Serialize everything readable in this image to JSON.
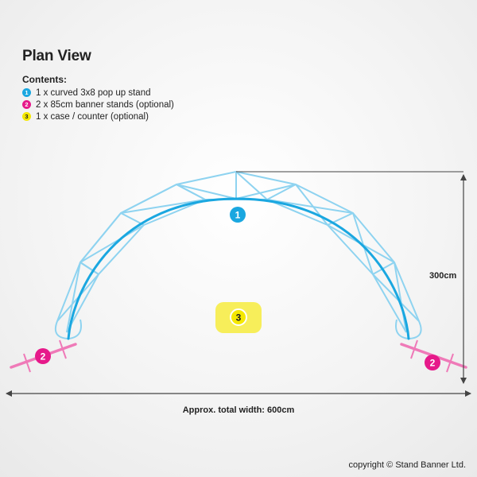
{
  "title": "Plan View",
  "contents": {
    "heading": "Contents:",
    "items": [
      {
        "number": "1",
        "label": "1 x curved 3x8 pop up stand",
        "color": "#1aa7e0",
        "text_color": "#ffffff"
      },
      {
        "number": "2",
        "label": "2 x 85cm banner stands (optional)",
        "color": "#e6198a",
        "text_color": "#ffffff"
      },
      {
        "number": "3",
        "label": "1 x case / counter (optional)",
        "color": "#f5e800",
        "text_color": "#222222"
      }
    ]
  },
  "dimensions": {
    "height_label": "300cm",
    "width_label": "Approx. total width: 600cm"
  },
  "markers": {
    "stand": "1",
    "banner": "2",
    "counter": "3"
  },
  "footer": "copyright © Stand Banner Ltd.",
  "colors": {
    "stand_line": "#1aa7e0",
    "frame": "#8ed3f0",
    "banner": "#e6198a",
    "banner_bar": "#ef7ab8",
    "counter": "#f7ee5a",
    "dimension": "#444444"
  }
}
